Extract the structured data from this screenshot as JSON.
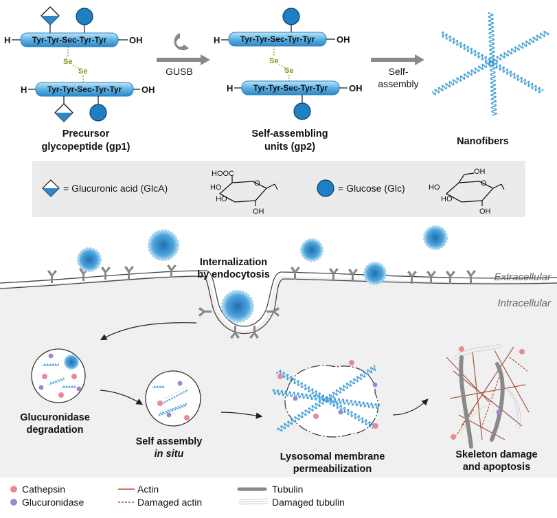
{
  "top": {
    "peptide_sequence": "Tyr-Tyr-Sec-Tyr-Tyr",
    "n_terminus": "H",
    "c_terminus": "OH",
    "selenium": "Se",
    "enzyme_label": "GUSB",
    "step2_label_line1": "Self-",
    "step2_label_line2": "assembly",
    "precursor_line1": "Precursor",
    "precursor_line2": "glycopeptide (gp1)",
    "units_line1": "Self-assembling",
    "units_line2": "units (gp2)",
    "nanofibers": "Nanofibers"
  },
  "key": {
    "glca_label": "= Glucuronic acid (GlcA)",
    "glc_label": "= Glucose (Glc)",
    "glca_structure": {
      "cooh": "HOOC",
      "ho1": "HO",
      "ho2": "HO",
      "oh": "OH",
      "ring_o": "O"
    },
    "glc_structure": {
      "oh_top": "OH",
      "ho1": "HO",
      "ho2": "HO",
      "oh": "OH",
      "ring_o": "O"
    }
  },
  "cell": {
    "extracellular": "Extracellular",
    "intracellular": "Intracellular",
    "internalization_line1": "Internalization",
    "internalization_line2": "by endocytosis",
    "stage1_line1": "Glucuronidase",
    "stage1_line2": "degradation",
    "stage2_line1": "Self assembly",
    "stage2_line2": "in situ",
    "stage3_line1": "Lysosomal membrane",
    "stage3_line2": "permeabilization",
    "stage4_line1": "Skeleton damage",
    "stage4_line2": "and apoptosis"
  },
  "legend": {
    "cathepsin": "Cathepsin",
    "glucuronidase": "Glucuronidase",
    "actin": "Actin",
    "damaged_actin": "Damaged actin",
    "tubulin": "Tubulin",
    "damaged_tubulin": "Damaged tubulin"
  },
  "colors": {
    "peptide_blue": "#3a9ad6",
    "glucose_blue": "#1f7fc4",
    "fiber_blue": "#47a9dc",
    "selenium_olive": "#a6a630",
    "cathepsin_pink": "#e88a92",
    "glucuronidase_purple": "#9a8ad0",
    "actin_brown": "#a8543a",
    "tubulin_gray": "#888888",
    "cell_gray": "#f0f0f0",
    "arrow_gray": "#8a8a8a"
  }
}
